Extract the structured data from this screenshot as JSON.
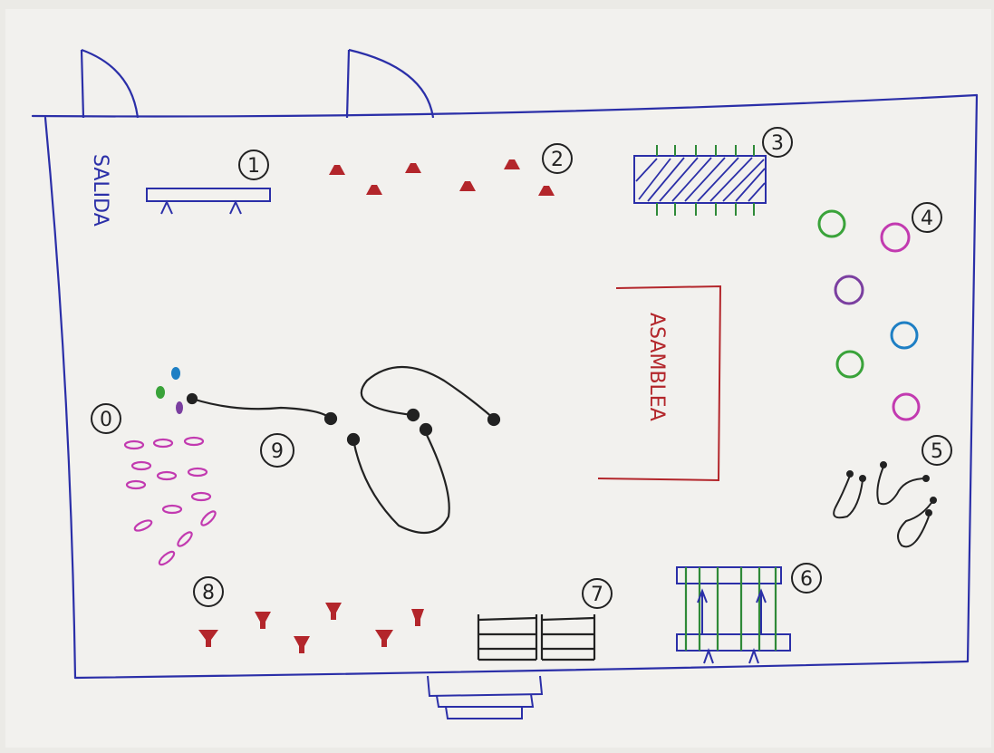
{
  "labels": {
    "exit": "SALIDA",
    "assembly": "ASAMBLEA"
  },
  "stations": [
    {
      "number": "1",
      "item": "bench"
    },
    {
      "number": "2",
      "item": "cones"
    },
    {
      "number": "3",
      "item": "mat"
    },
    {
      "number": "4",
      "item": "hoops"
    },
    {
      "number": "5",
      "item": "ropes"
    },
    {
      "number": "6",
      "item": "bench-with-ropes"
    },
    {
      "number": "7",
      "item": "wall-bars"
    },
    {
      "number": "8",
      "item": "cones"
    },
    {
      "number": "9",
      "item": "ropes"
    },
    {
      "number": "0",
      "item": "discs"
    }
  ],
  "colors": {
    "pen_blue": "#2b2fa8",
    "pen_red": "#b3262b",
    "pen_black": "#222222",
    "pen_green": "#2f8a38",
    "pen_purple": "#7b3fa0",
    "pen_magenta": "#c23ab0",
    "pen_cyan": "#1e7fc4",
    "paper": "#f2f1ee"
  },
  "icons": [
    "door-icon",
    "cone-icon",
    "hoop-icon",
    "rope-icon",
    "disc-icon",
    "bench-icon",
    "mat-icon",
    "wall-bars-icon",
    "steps-icon"
  ]
}
